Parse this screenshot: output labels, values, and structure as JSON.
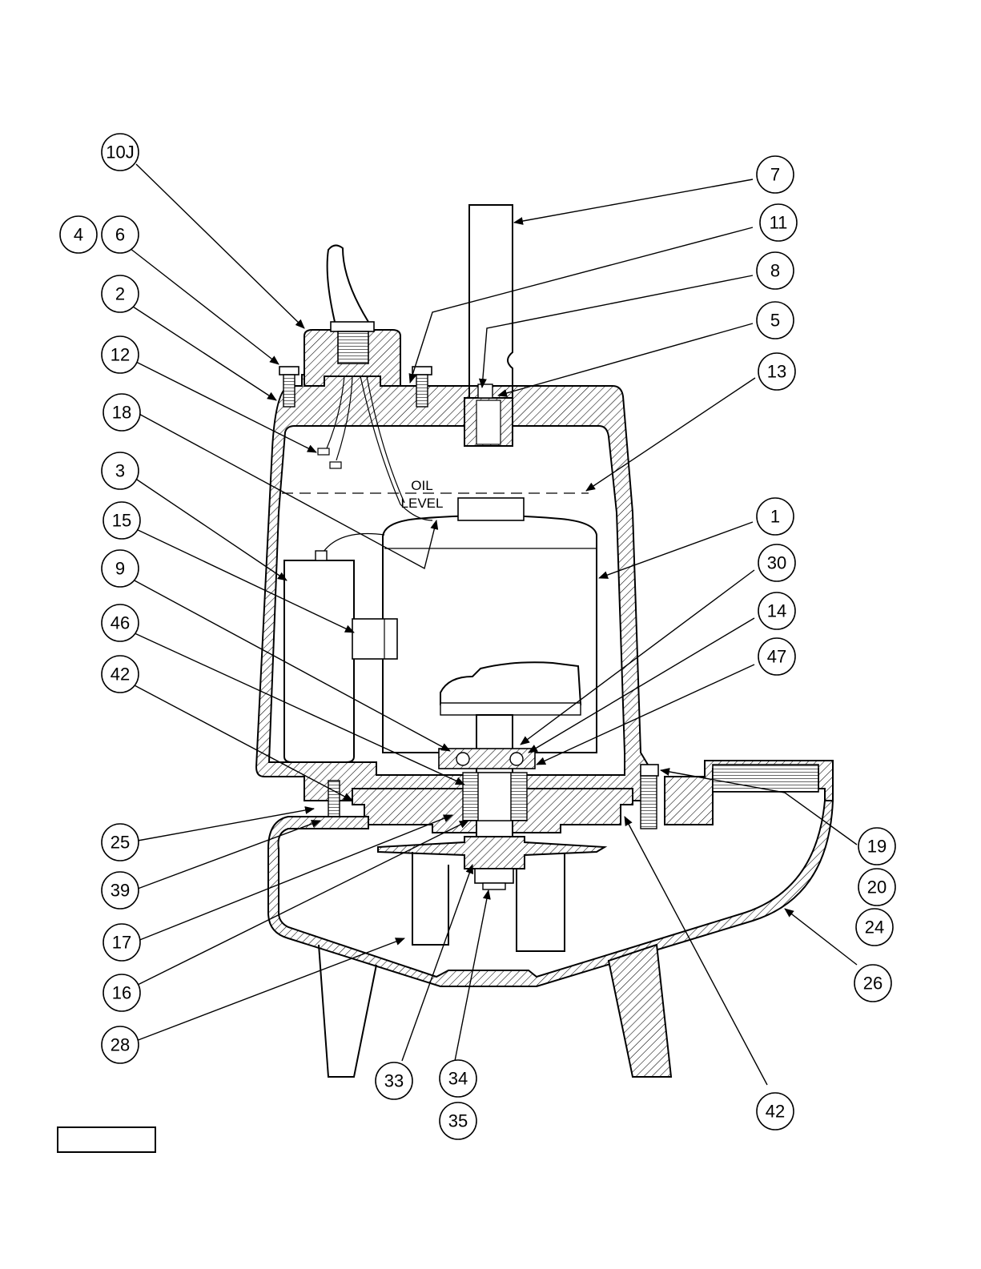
{
  "oil_level": {
    "line1": "OIL",
    "line2": "LEVEL"
  },
  "callouts": [
    {
      "id": "c-10j",
      "label": "10J"
    },
    {
      "id": "c-4",
      "label": "4"
    },
    {
      "id": "c-6",
      "label": "6"
    },
    {
      "id": "c-2",
      "label": "2"
    },
    {
      "id": "c-12",
      "label": "12"
    },
    {
      "id": "c-18",
      "label": "18"
    },
    {
      "id": "c-3",
      "label": "3"
    },
    {
      "id": "c-15",
      "label": "15"
    },
    {
      "id": "c-9",
      "label": "9"
    },
    {
      "id": "c-46",
      "label": "46"
    },
    {
      "id": "c-42a",
      "label": "42"
    },
    {
      "id": "c-25",
      "label": "25"
    },
    {
      "id": "c-39",
      "label": "39"
    },
    {
      "id": "c-17",
      "label": "17"
    },
    {
      "id": "c-16",
      "label": "16"
    },
    {
      "id": "c-28",
      "label": "28"
    },
    {
      "id": "c-33",
      "label": "33"
    },
    {
      "id": "c-34",
      "label": "34"
    },
    {
      "id": "c-35",
      "label": "35"
    },
    {
      "id": "c-42b",
      "label": "42"
    },
    {
      "id": "c-7",
      "label": "7"
    },
    {
      "id": "c-11",
      "label": "11"
    },
    {
      "id": "c-8",
      "label": "8"
    },
    {
      "id": "c-5",
      "label": "5"
    },
    {
      "id": "c-13",
      "label": "13"
    },
    {
      "id": "c-1",
      "label": "1"
    },
    {
      "id": "c-30",
      "label": "30"
    },
    {
      "id": "c-14",
      "label": "14"
    },
    {
      "id": "c-47",
      "label": "47"
    },
    {
      "id": "c-19",
      "label": "19"
    },
    {
      "id": "c-20",
      "label": "20"
    },
    {
      "id": "c-24",
      "label": "24"
    },
    {
      "id": "c-26",
      "label": "26"
    }
  ]
}
